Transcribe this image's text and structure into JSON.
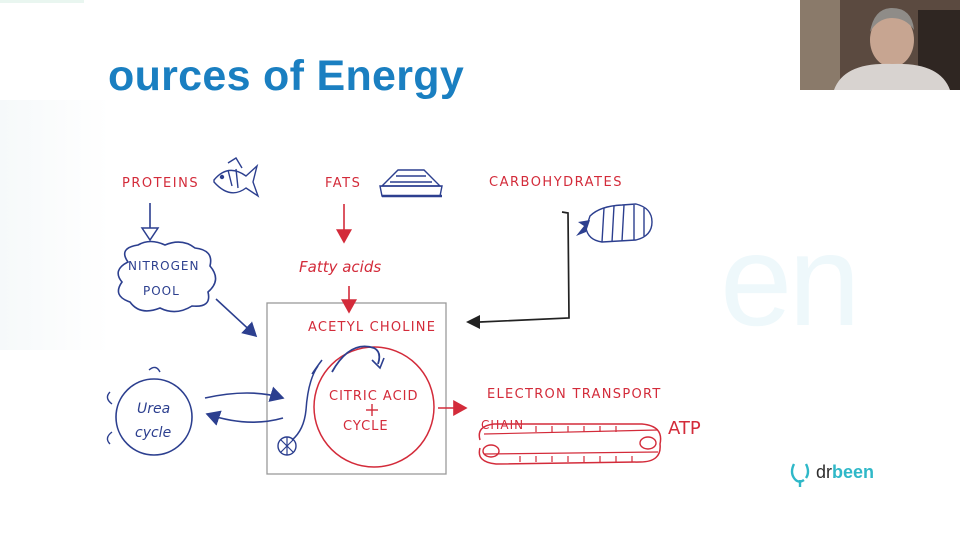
{
  "slide": {
    "title": "ources of Energy",
    "watermark_text": "en",
    "brand": {
      "prefix": "dr",
      "suffix": "been"
    }
  },
  "diagram": {
    "labels": {
      "proteins": "PROTEINS",
      "fats": "FATS",
      "carbohydrates": "CARBOHYDRATES",
      "nitrogen_pool_line1": "NITROGEN",
      "nitrogen_pool_line2": "POOL",
      "fatty_acids": "Fatty acids",
      "acetyl": "ACETYL CHOLINE",
      "citric_line1": "CITRIC ACID",
      "citric_line2": "CYCLE",
      "urea_line1": "Urea",
      "urea_line2": "cycle",
      "etc_line1": "ELECTRON TRANSPORT",
      "etc_chain": "CHAIN",
      "atp": "ATP"
    },
    "icons": [
      "fish-icon",
      "fat-block-icon",
      "bread-loaf-icon"
    ],
    "colors": {
      "red_ink": "#d32b3a",
      "blue_ink": "#2c3f8f",
      "dark_ink": "#222222",
      "box_gray": "#9a9a9a",
      "title_blue": "#1a7fc1",
      "brand_teal": "#2fb8c8"
    }
  }
}
